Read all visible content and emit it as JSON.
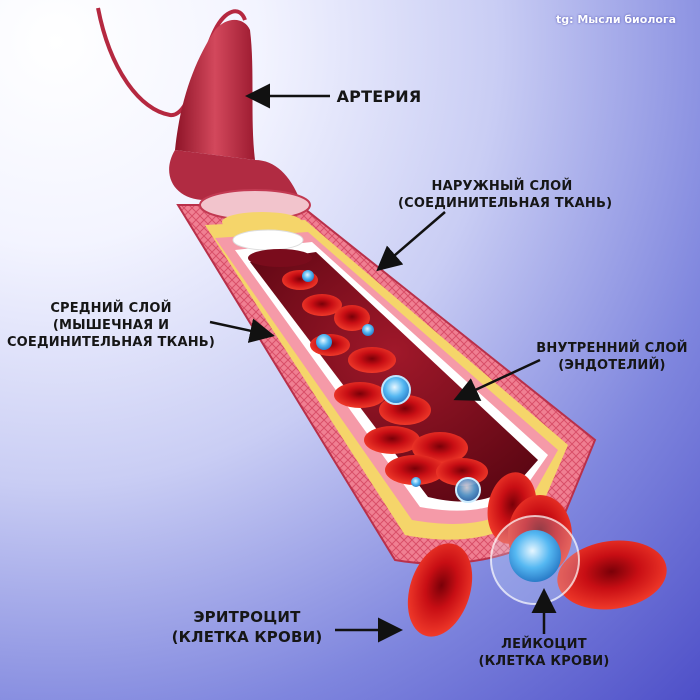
{
  "watermark": "tg: Мысли биолога",
  "labels": {
    "artery": "АРТЕРИЯ",
    "outer_layer": [
      "НАРУЖНЫЙ СЛОЙ",
      "(СОЕДИНИТЕЛЬНАЯ ТКАНЬ)"
    ],
    "middle_layer": [
      "СРЕДНИЙ СЛОЙ",
      "(МЫШЕЧНАЯ И",
      "СОЕДИНИТЕЛЬНАЯ ТКАНЬ)"
    ],
    "inner_layer": [
      "ВНУТРЕННИЙ СЛОЙ",
      "(ЭНДОТЕЛИЙ)"
    ],
    "erythrocyte": [
      "ЭРИТРОЦИТ",
      "(КЛЕТКА КРОВИ)"
    ],
    "leukocyte": [
      "ЛЕЙКОЦИТ",
      "(КЛЕТКА КРОВИ)"
    ]
  },
  "colors": {
    "artery_outer": "#c2324a",
    "tissue_pink": "#f08a9a",
    "tissue_light": "#fbd0d8",
    "yellow_layer": "#f5d56a",
    "white_layer": "#ffffff",
    "lumen": "#8a1020",
    "blood_cell": "#d81a1a",
    "leukocyte": "#4fb3f0",
    "arrow": "#111111"
  }
}
